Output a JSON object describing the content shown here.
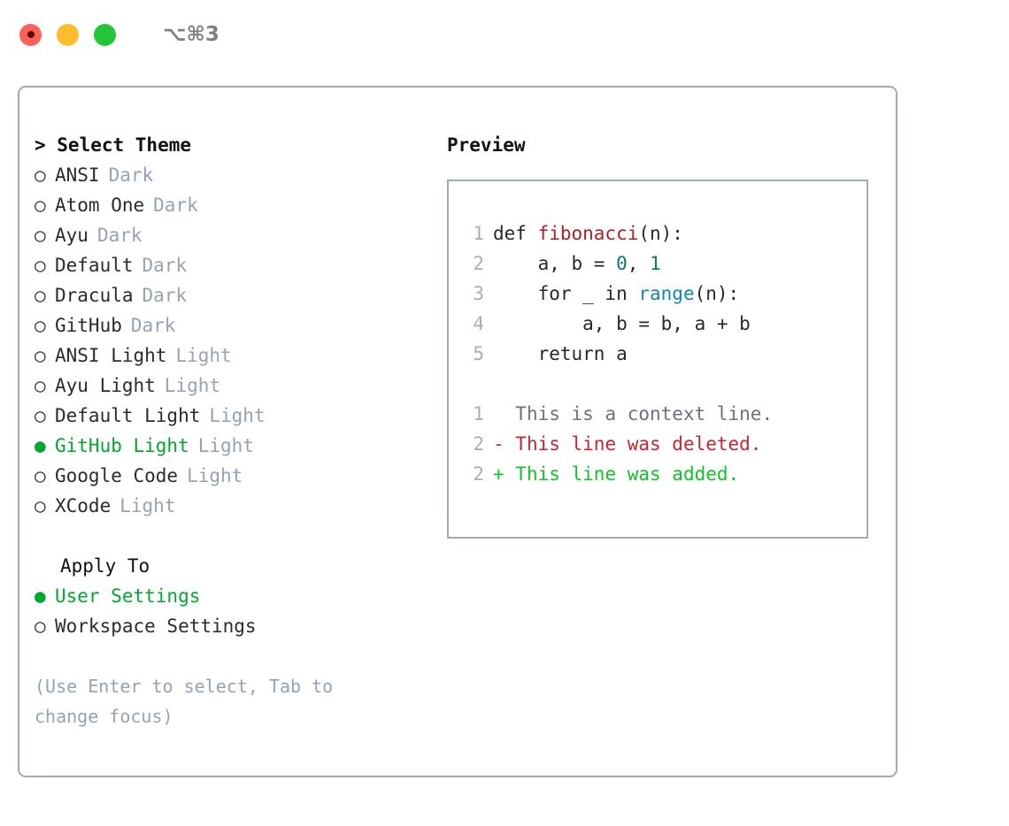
{
  "titlebar": {
    "shortcut": "⌥⌘3",
    "buttons": [
      {
        "name": "close",
        "color": "#ff6159"
      },
      {
        "name": "minimize",
        "color": "#ffbd2e"
      },
      {
        "name": "maximize",
        "color": "#23c637"
      }
    ]
  },
  "left": {
    "header": "> Select Theme",
    "themes": [
      {
        "bullet": "○",
        "name": "ANSI",
        "tag": "Dark",
        "selected": false
      },
      {
        "bullet": "○",
        "name": "Atom One",
        "tag": "Dark",
        "selected": false
      },
      {
        "bullet": "○",
        "name": "Ayu",
        "tag": "Dark",
        "selected": false
      },
      {
        "bullet": "○",
        "name": "Default",
        "tag": "Dark",
        "selected": false
      },
      {
        "bullet": "○",
        "name": "Dracula",
        "tag": "Dark",
        "selected": false
      },
      {
        "bullet": "○",
        "name": "GitHub",
        "tag": "Dark",
        "selected": false
      },
      {
        "bullet": "○",
        "name": "ANSI Light",
        "tag": "Light",
        "selected": false
      },
      {
        "bullet": "○",
        "name": "Ayu Light",
        "tag": "Light",
        "selected": false
      },
      {
        "bullet": "○",
        "name": "Default Light",
        "tag": "Light",
        "selected": false
      },
      {
        "bullet": "●",
        "name": "GitHub Light",
        "tag": "Light",
        "selected": true
      },
      {
        "bullet": "○",
        "name": "Google Code",
        "tag": "Light",
        "selected": false
      },
      {
        "bullet": "○",
        "name": "XCode",
        "tag": "Light",
        "selected": false
      }
    ],
    "apply_to_label": "Apply To",
    "apply_options": [
      {
        "bullet": "●",
        "name": "User Settings",
        "selected": true
      },
      {
        "bullet": "○",
        "name": "Workspace Settings",
        "selected": false
      }
    ],
    "hint": "(Use Enter to select, Tab to change focus)"
  },
  "right": {
    "header": "Preview",
    "code": [
      {
        "line_no": "1",
        "tokens": [
          {
            "text": "def ",
            "kind": "plain"
          },
          {
            "text": "fibonacci",
            "kind": "fn"
          },
          {
            "text": "(n):",
            "kind": "plain"
          }
        ]
      },
      {
        "line_no": "2",
        "tokens": [
          {
            "text": "    a, b = ",
            "kind": "plain"
          },
          {
            "text": "0",
            "kind": "num"
          },
          {
            "text": ", ",
            "kind": "plain"
          },
          {
            "text": "1",
            "kind": "num"
          }
        ]
      },
      {
        "line_no": "3",
        "tokens": [
          {
            "text": "    for _ in ",
            "kind": "plain"
          },
          {
            "text": "range",
            "kind": "kw"
          },
          {
            "text": "(n):",
            "kind": "plain"
          }
        ]
      },
      {
        "line_no": "4",
        "tokens": [
          {
            "text": "        a, b = b, a + b",
            "kind": "plain"
          }
        ]
      },
      {
        "line_no": "5",
        "tokens": [
          {
            "text": "    return a",
            "kind": "plain"
          }
        ]
      }
    ],
    "diff": [
      {
        "line_no": "1",
        "marker": "  ",
        "text": "This is a context line.",
        "kind": "ctx"
      },
      {
        "line_no": "2",
        "marker": "- ",
        "text": "This line was deleted.",
        "kind": "del"
      },
      {
        "line_no": "2",
        "marker": "+ ",
        "text": "This line was added.",
        "kind": "add"
      }
    ]
  },
  "colors": {
    "accent_green": "#00a82d",
    "tag_gray": "#98a2b3",
    "border": "#a1aab8",
    "fn_red": "#b31d28",
    "num_teal": "#0a7a72",
    "kw_blue": "#1184c4",
    "diff_del": "#cb2431",
    "diff_add": "#12c328",
    "diff_ctx": "#6a737d"
  }
}
